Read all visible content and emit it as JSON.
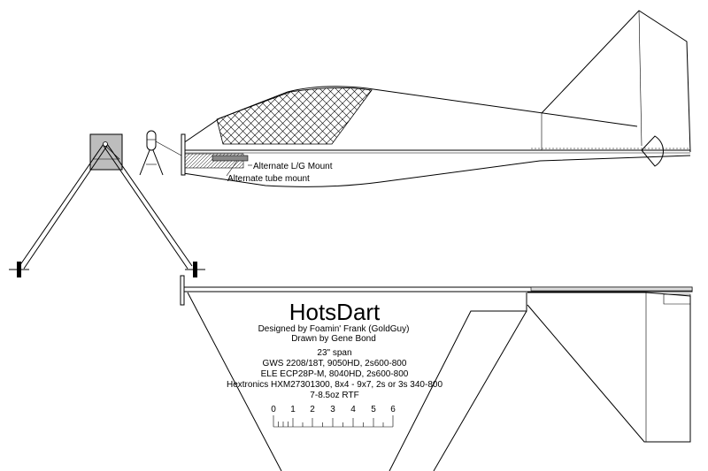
{
  "title": "HotsDart",
  "credits": {
    "designer": "Designed by Foamin' Frank (GoldGuy)",
    "drawer": "Drawn by Gene Bond"
  },
  "specs": [
    "23\" span",
    "GWS 2208/18T, 9050HD, 2s600-800",
    "ELE ECP28P-M, 8040HD, 2s600-800",
    "Hextronics HXM27301300, 8x4 - 9x7, 2s or 3s 340-800",
    "7-8.5oz RTF"
  ],
  "callouts": {
    "lg_mount": "Alternate L/G Mount",
    "tube_mount": "Alternate tube mount"
  },
  "scale": {
    "ticks": [
      "0",
      "1",
      "2",
      "3",
      "4",
      "5",
      "6"
    ]
  }
}
